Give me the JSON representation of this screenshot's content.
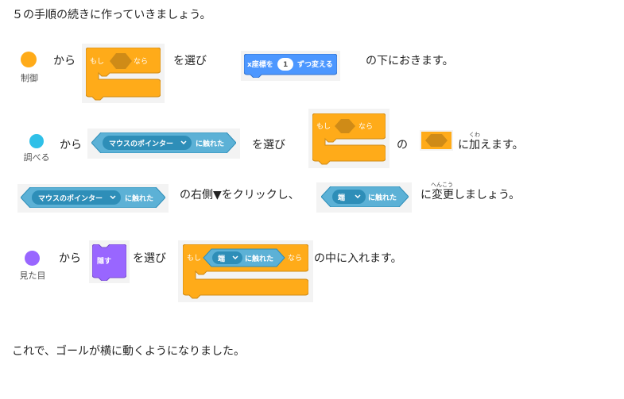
{
  "intro": "５の手順の続きに作っていきましょう。",
  "steps": [
    {
      "category_label": "制御",
      "category_color": "#ffab19",
      "from": "から",
      "block_if": {
        "label_left": "もし",
        "label_right": "なら"
      },
      "choose": "を選び",
      "motion_block": {
        "label": "x座標を",
        "value": "1",
        "suffix": "ずつ変える"
      },
      "tail": "の下におきます。"
    },
    {
      "category_label": "調べる",
      "category_color": "#2fc0e8",
      "from": "から",
      "touch_block": {
        "label": "マウスのポインター",
        "suffix": "に触れた"
      },
      "choose": "を選び",
      "block_if": {
        "label_left": "もし",
        "label_right": "なら"
      },
      "particle": "の",
      "tail_pre": "に",
      "tail_ruby_char": "加",
      "tail_ruby": "くわ",
      "tail_post": "えます。"
    },
    {
      "touch_block": {
        "label": "マウスのポインター",
        "suffix": "に触れた"
      },
      "middle": "の右側▼をクリックし、",
      "edge_block": {
        "label": "端",
        "suffix": "に触れた"
      },
      "tail_pre": "に",
      "tail_ruby_char": "変更",
      "tail_ruby": "へんこう",
      "tail_post": "しましょう。"
    },
    {
      "category_label": "見た目",
      "category_color": "#9966ff",
      "from": "から",
      "hide_block": {
        "label": "隠す"
      },
      "choose": "を選び",
      "block_if": {
        "label_left": "もし",
        "label_right": "なら",
        "inner_label": "端",
        "inner_suffix": "に触れた"
      },
      "tail": "の中に入れます。"
    }
  ],
  "outro": "これで、ゴールが横に動くようになりました。",
  "colors": {
    "control": "#ffab19",
    "sensing": "#5cb1d6",
    "looks": "#9966ff",
    "motion": "#4c97ff"
  }
}
